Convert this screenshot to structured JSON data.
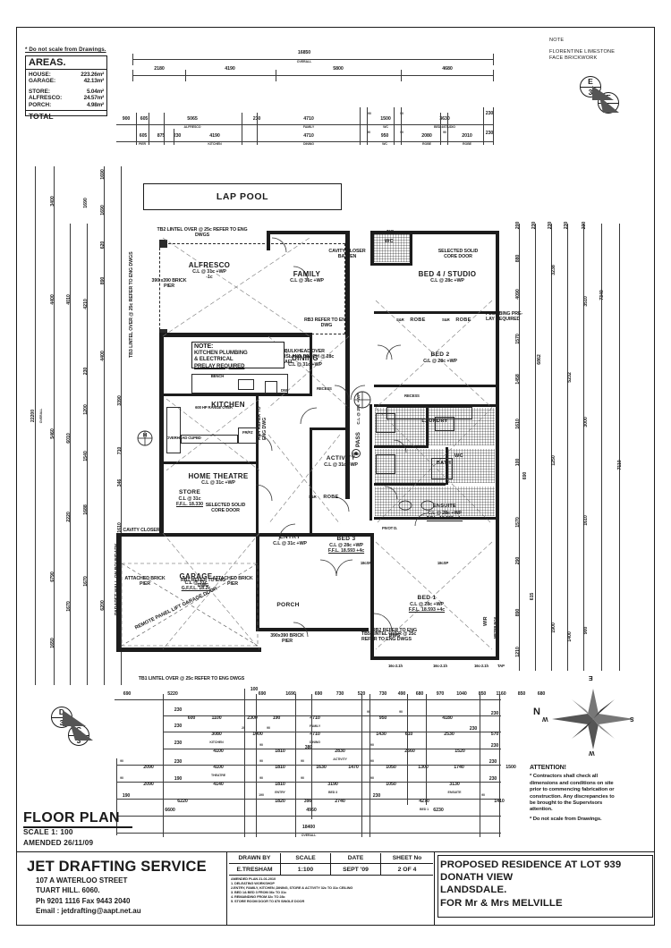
{
  "sheet": {
    "do_not_scale_top": "* Do not scale from Drawings.",
    "floor_plan_title": "FLOOR PLAN",
    "scale_text": "SCALE 1: 100",
    "amended_text": "AMENDED 26/11/09"
  },
  "areas": {
    "title": "AREAS.",
    "rows": [
      {
        "label": "HOUSE:",
        "value": "223.26m²"
      },
      {
        "label": "GARAGE:",
        "value": "42.13m²"
      },
      {
        "label": "STORE:",
        "value": "5.04m²"
      },
      {
        "label": "ALFRESCO:",
        "value": "24.57m²"
      },
      {
        "label": "PORCH:",
        "value": "4.98m²"
      }
    ],
    "total_label": "TOTAL"
  },
  "note_top_right": {
    "heading": "NOTE",
    "line1": "FLORENTINE LIMESTONE",
    "line2": "FACE BRICKWORK"
  },
  "detail_bubbles": [
    {
      "name": "bubble-e3",
      "top": "E",
      "bottom": "3"
    },
    {
      "name": "bubble-f3",
      "top": "F",
      "bottom": "3"
    },
    {
      "name": "bubble-d3",
      "top": "D",
      "bottom": "3"
    },
    {
      "name": "bubble-c3",
      "top": "C",
      "bottom": "3"
    }
  ],
  "lap_pool": {
    "label": "LAP POOL"
  },
  "kitchen_note": {
    "heading": "NOTE:",
    "line1": "KITCHEN PLUMBING",
    "line2": "& ELECTRICAL",
    "line3": "PRELAY REQUIRED"
  },
  "rooms": [
    {
      "name": "ALFRESCO",
      "ceiling": "C.L @ 31c +WP",
      "extra": "-1c"
    },
    {
      "name": "FAMILY",
      "ceiling": "C.L @ 31c +WP",
      "extra": ""
    },
    {
      "name": "DINING",
      "ceiling": "C.L @ 31c +WP",
      "extra": ""
    },
    {
      "name": "KITCHEN",
      "ceiling": "",
      "extra": ""
    },
    {
      "name": "HOME THEATRE",
      "ceiling": "C.L @ 31c +WP",
      "extra": ""
    },
    {
      "name": "STORE",
      "ceiling": "C.L @ 31c",
      "extra": "F.F.L. 18.330"
    },
    {
      "name": "ENTRY",
      "ceiling": "C.L @ 31c +WP",
      "extra": "F.F.L. 18.330 -99c"
    },
    {
      "name": "GARAGE",
      "ceiling": "C.L @ 31c",
      "extra": "G.F.F.L. 18.2c"
    },
    {
      "name": "PORCH",
      "ceiling": "-1c",
      "extra": ""
    },
    {
      "name": "ACTIVITY",
      "ceiling": "C.L @ 31c +WP",
      "extra": ""
    },
    {
      "name": "PASS",
      "ceiling": "C.L @ 28c +WP",
      "extra": ""
    },
    {
      "name": "BED 4 / STUDIO",
      "ceiling": "C.L @ 28c +WP",
      "extra": ""
    },
    {
      "name": "BED 2",
      "ceiling": "C.L @ 28c +WP",
      "extra": ""
    },
    {
      "name": "BED 3",
      "ceiling": "C.L @ 28c +WP",
      "extra": "F.F.L. 18.593 +4c"
    },
    {
      "name": "BED 1",
      "ceiling": "C.L @ 28c +WP",
      "extra": "F.F.L. 18.593 +4c"
    },
    {
      "name": "LAUNDRY",
      "ceiling": "",
      "extra": ""
    },
    {
      "name": "BATH",
      "ceiling": "",
      "extra": ""
    },
    {
      "name": "ENSUITE",
      "ceiling": "C.L @ 28c +WP",
      "extra": "F.F.L. 18.593 +4c"
    },
    {
      "name": "WC",
      "ceiling": "",
      "extra": ""
    },
    {
      "name": "ROBE",
      "ceiling": "",
      "extra": ""
    },
    {
      "name": "WIR",
      "ceiling": "",
      "extra": ""
    }
  ],
  "annotations": [
    "TB2 LINTEL OVER @ 25c REFER TO ENG DWGS",
    "TB3 LINTEL OVER @ 25c REFER TO ENG DWGS",
    "TB1 LINTEL OVER @ 25c REFER TO ENG DWGS",
    "TB5 LINTEL OVER @ 25c REFER TO ENG DWGS",
    "390 x390 BRICK PIER",
    "390x390 BRICK PIER",
    "CAVITY CLOSER BATTEN",
    "SELECTED SOLID CORE DOOR",
    "RB3 REFER TO ENG DWG",
    "RB4 REFER TO ENG DWG",
    "RB1 REFER TO ENG DWG",
    "RB2 REFER TO ENG DWG",
    "BULKHEAD OVER ISLAND BENCH @ 28c AFL",
    "PLUMBING PRE-LAY REQUIRED",
    "ATTACHED BRICK PIER",
    "PARAPET WALL ON BOUNDARY",
    "REMOTE PANEL LIFT GARAGE DOOR",
    "OVERHEAD CUPBD",
    "600 HP RANGE OVER",
    "METER BOX",
    "S&R",
    "PIVOT D.",
    "RECESS",
    "BENCH",
    "TR",
    "WM",
    "DW",
    "FR/FZ",
    "S/D",
    "TAP",
    "16c-2.1h",
    "18cSP",
    "20c"
  ],
  "dims_top_overall": {
    "total": "16850",
    "total_sub": "OVERALL",
    "segments": [
      "2180",
      "4190",
      "5800",
      "4680"
    ]
  },
  "dims_top_row1": {
    "values": [
      "900",
      "605",
      "5065",
      "230",
      "4710",
      "90",
      "1500",
      "90",
      "3630",
      "230"
    ],
    "subs": [
      "",
      "",
      "ALFRESCO",
      "",
      "FAMILY",
      "",
      "WC",
      "",
      "BED 4/STUDIO",
      ""
    ]
  },
  "dims_top_row2": {
    "values": [
      "605",
      "875",
      "230",
      "4190",
      "4710",
      "90",
      "950",
      "90",
      "2080",
      "90",
      "2010",
      "230"
    ],
    "subs": [
      "PIER",
      "",
      "",
      "KITCHEN",
      "DINING",
      "",
      "WC",
      "",
      "ROBE",
      "",
      "ROBE",
      ""
    ]
  },
  "dims_left": {
    "overall": "22200",
    "overall_sub": "OVERALL",
    "cols": [
      [
        "3400",
        "4400",
        "5460",
        "6790",
        "1650"
      ],
      [
        "4010",
        "6010",
        "2220",
        "1670"
      ],
      [
        "1690",
        "4210",
        "230",
        "1200",
        "1540",
        "1688",
        "1670",
        "6200"
      ],
      [
        "1690",
        "1690",
        "620",
        "890",
        "4400",
        "3390",
        "710",
        "346",
        "1610"
      ]
    ]
  },
  "dims_right": {
    "overall_7110": "7110",
    "overall_7340": "7340",
    "values": [
      "200",
      "230",
      "230",
      "230",
      "230",
      "880",
      "4090",
      "1570",
      "1458",
      "1610",
      "100",
      "690",
      "1570",
      "290",
      "615",
      "890",
      "1210",
      "3238",
      "6862",
      "5232",
      "3000",
      "1610",
      "1900",
      "1400",
      "900",
      "1250",
      "3510"
    ]
  },
  "dims_bottom": {
    "row1": [
      "690",
      "5220",
      "100",
      "690",
      "1690",
      "690",
      "730",
      "520",
      "730",
      "490",
      "680",
      "970",
      "1040",
      "850",
      "1160",
      "850",
      "680"
    ],
    "row2": [
      "230",
      "600",
      "1100",
      "2300",
      "190",
      "4710",
      "90",
      "950",
      "90",
      "4180",
      "230"
    ],
    "row3": [
      "230",
      "3080",
      "20",
      "1000",
      "90",
      "4710",
      "1430",
      "610",
      "2530",
      "230",
      "570"
    ],
    "row4": [
      "230",
      "4100",
      "90",
      "1810",
      "380",
      "2830",
      "90",
      "2660",
      "1520",
      "230"
    ],
    "row5": [
      "90",
      "2090",
      "230",
      "4100",
      "90",
      "1810",
      "90",
      "1630",
      "1470",
      "90",
      "1050",
      "1300",
      "1740",
      "230",
      "1500"
    ],
    "row6": [
      "90",
      "2090",
      "190",
      "4140",
      "90",
      "1810",
      "90",
      "3190",
      "90",
      "1050",
      "3130",
      "230"
    ],
    "row7": [
      "190",
      "6220",
      "190",
      "1820",
      "390",
      "2740",
      "230",
      "4270",
      "90",
      "1410"
    ],
    "row8": [
      "6600",
      "4950",
      "6230"
    ],
    "total": "18400",
    "total_sub": "OVERALL"
  },
  "attention": {
    "heading": "ATTENTION!",
    "line1": "* Contractors shall check all",
    "line2": "dimensions and conditions on site",
    "line3": "prior to commencing fabrication or",
    "line4": "construction. Any discrepancies to",
    "line5": "be brought to the Supervisors",
    "line6": "attention.",
    "line7": "* Do not scale from Drawings."
  },
  "title_block": {
    "firm": "JET DRAFTING SERVICE",
    "address1": "107 A WATERLOO STREET",
    "address2": "TUART HILL.    6060.",
    "phone": "Ph  9201 1116   Fax  9443 2040",
    "email": "Email : jetdrafting@aapt.net.au",
    "headers": [
      "DRAWN BY",
      "SCALE",
      "DATE",
      "SHEET No"
    ],
    "values": [
      "E.TRESHAM",
      "1:100",
      "SEPT '09",
      "2 OF 4"
    ],
    "amend_heading": "AMENDED   PLAN 21-01-2010",
    "amend_items": [
      "1. DELEATING WORKSHOP",
      "2.ENTRY, FAMILY, KITCHEN ,DINING, STORE & ACTIVITY 32c TO 31c CEILING",
      "3. BED 1& BED 3 FROM  36c TO 31c",
      "4. REMAINDING  FROM 32c TO 28c",
      "5. STORE ROOM DOOR TO 870 SINGLE DOOR"
    ],
    "project_line1": "PROPOSED RESIDENCE AT LOT 939",
    "project_line2": "DONATH VIEW",
    "project_line3": "LANDSDALE.",
    "project_line4": "FOR Mr & Mrs MELVILLE"
  },
  "compass": {
    "n": "N",
    "e": "E",
    "s": "S",
    "w": "W"
  }
}
